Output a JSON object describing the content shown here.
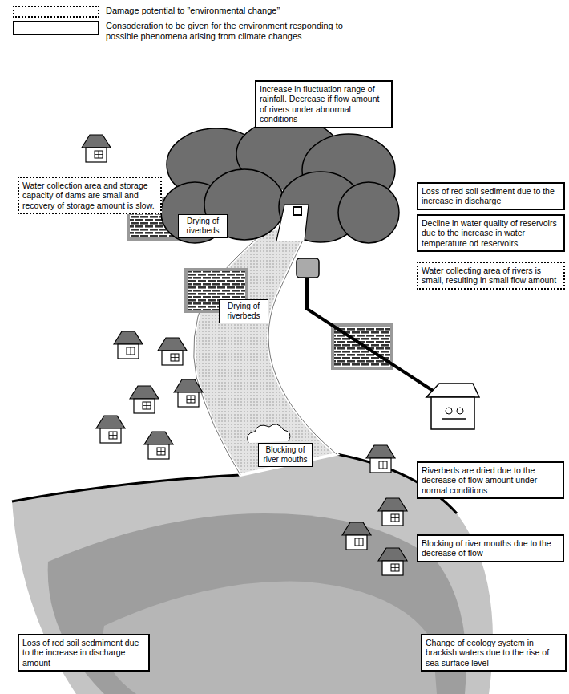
{
  "diagram": {
    "nodes": [
      {
        "text": [
          "Increase in fluctuation range of rainfall. Decrease if flow amount of rivers under abnormal conditions"
        ]
      },
      {
        "text": [
          "Water collection area and storage capacity of dams are small and recovery of storage amount is slow."
        ]
      },
      {
        "text": [
          "Loss of red soil sediment due to the increase in discharge"
        ]
      },
      {
        "text": [
          "Decline in water quality of reservoirs due to the increase in water temperature od reservoirs"
        ]
      },
      {
        "text": [
          "Water collecting area of rivers is small, resulting in small flow amount"
        ]
      },
      {
        "text": [
          "Drying of riverbeds"
        ]
      },
      {
        "text": [
          "Drying of riverbeds"
        ]
      },
      {
        "text": [
          "Blocking of river mouths"
        ]
      },
      {
        "text": [
          "Riverbeds are dried due to the decrease of flow amount under normal conditions"
        ]
      },
      {
        "text": [
          "Blocking of river mouths due to the decrease of flow"
        ]
      },
      {
        "text": [
          "Loss of red soil sedmiment due to the increase in discharge amount"
        ]
      },
      {
        "text": [
          "Change of ecology system in brackish waters due to the rise of sea surface level"
        ]
      }
    ],
    "legend": [
      {
        "text": "Damage potential to ”environmental change”"
      },
      {
        "text": "Consoderation to be given for the environment responding to possible phenomena arising from climate changes"
      }
    ]
  }
}
